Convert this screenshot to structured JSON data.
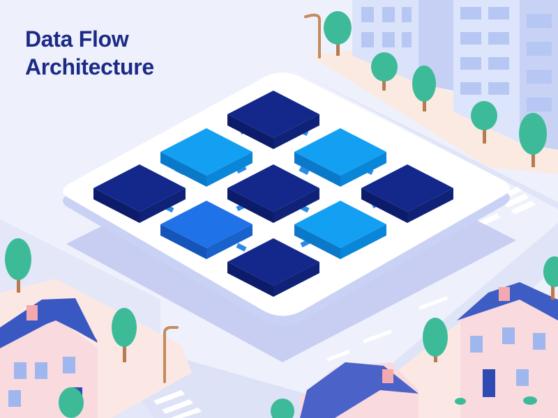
{
  "title": {
    "line1": "Data Flow",
    "line2": "Architecture"
  },
  "colors": {
    "background": "#eef0fb",
    "title": "#1b2a86",
    "tile_dark": "#13288a",
    "tile_medium": "#1f72e8",
    "tile_light": "#14a0f2",
    "connector": "#2a8ae8",
    "tree": "#3dbb98",
    "house_roof": "#3d5cc4",
    "house_wall": "#f7d9de"
  },
  "grid": {
    "tiles": [
      {
        "id": "top",
        "shade": "dark"
      },
      {
        "id": "upper-left",
        "shade": "light"
      },
      {
        "id": "upper-right",
        "shade": "light"
      },
      {
        "id": "left",
        "shade": "dark"
      },
      {
        "id": "center",
        "shade": "dark"
      },
      {
        "id": "right",
        "shade": "dark"
      },
      {
        "id": "lower-left",
        "shade": "medium"
      },
      {
        "id": "lower-right",
        "shade": "light"
      },
      {
        "id": "bottom",
        "shade": "dark"
      }
    ]
  }
}
